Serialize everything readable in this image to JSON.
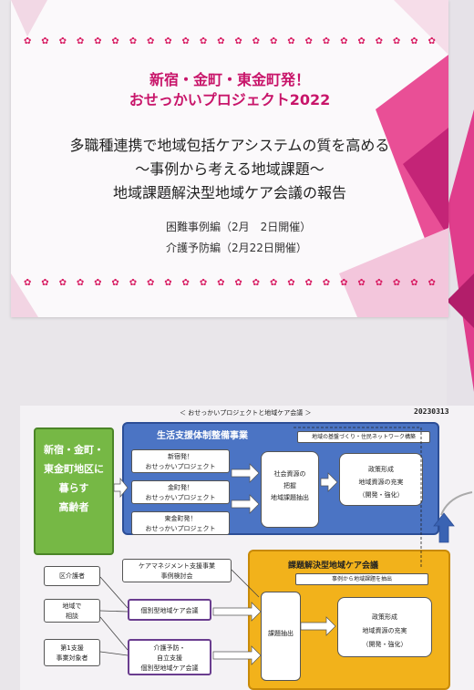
{
  "slide1": {
    "title_line1": "新宿・金町・東金町発！",
    "title_line2": "おせっかいプロジェクト2022",
    "subtitle_line1": "多職種連携で地域包括ケアシステムの質を高める",
    "subtitle_line2": "〜事例から考える地域課題〜",
    "subtitle_line3": "地域課題解決型地域ケア会議の報告",
    "session1": "困難事例編（2月　2日開催）",
    "session2": "介護予防編（2月22日開催）",
    "flower_glyph": "✿",
    "accent_color": "#c8156a"
  },
  "slide2": {
    "title": "＜ おせっかいプロジェクトと地域ケア会議 ＞",
    "date": "20230313",
    "target_group": [
      "新宿・金町・",
      "東金町地区に",
      "暮らす",
      "高齢者"
    ],
    "blue_section": {
      "title": "生活支援体制整備事業",
      "top_note": "地域の基盤づくり・住民ネットワーク構築",
      "projects": [
        "新宿発！\nおせっかいプロジェクト",
        "金町発！\nおせっかいプロジェクト",
        "東金町発！\nおせっかいプロジェクト"
      ],
      "resource_box": [
        "社会資源の",
        "把握",
        "地域課題抽出"
      ],
      "policy_box": [
        "政策形成",
        "地域資源の充実",
        "（開発・強化）"
      ]
    },
    "left_boxes": [
      "区介護者",
      "地域で\n相談",
      "第1支援\n事業対象者"
    ],
    "care_mgmt": [
      "ケアマネジメント支援事業",
      "事例検討会"
    ],
    "individual_meeting": "個別型地域ケア会議",
    "prevention_meeting": [
      "介護予防・",
      "自立支援",
      "個別型地域ケア会議"
    ],
    "orange_section": {
      "title": "課題解決型地域ケア会議",
      "subtitle": "事例から地域課題を抽出",
      "issue_box": "課題抽出",
      "policy_box": [
        "政策形成",
        "地域資源の充実",
        "（開発・強化）"
      ]
    }
  }
}
